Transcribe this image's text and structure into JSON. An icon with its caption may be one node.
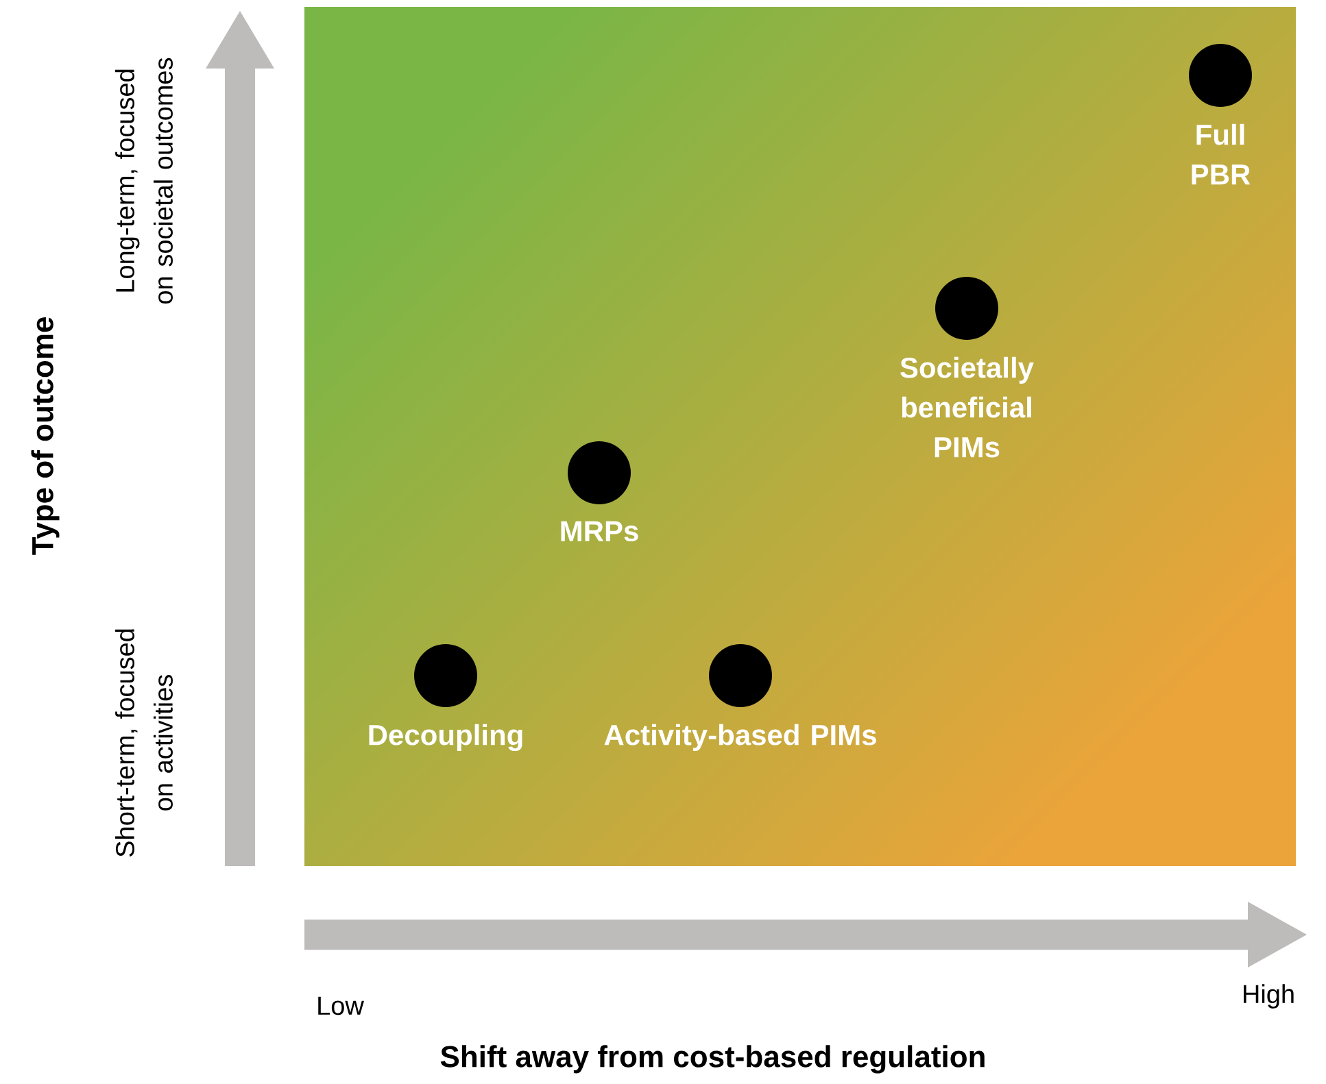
{
  "diagram": {
    "nodes": [
      {
        "text": [],
        "shape": "circle",
        "beside": [
          "Full PBR"
        ]
      },
      {
        "text": [],
        "shape": "circle",
        "beside": [
          "Societally beneficial PIMs"
        ]
      },
      {
        "text": [],
        "shape": "circle",
        "beside": [
          "MRPs"
        ]
      },
      {
        "text": [],
        "shape": "circle",
        "beside": [
          "Decoupling"
        ]
      },
      {
        "text": [],
        "shape": "circle",
        "beside": [
          "Activity-based PIMs"
        ]
      }
    ],
    "labels": [
      "Type of outcome",
      "Long-term, focused on societal outcomes",
      "Short-term, focused on activities",
      "Low",
      "High",
      "Shift away from cost-based regulation"
    ]
  }
}
